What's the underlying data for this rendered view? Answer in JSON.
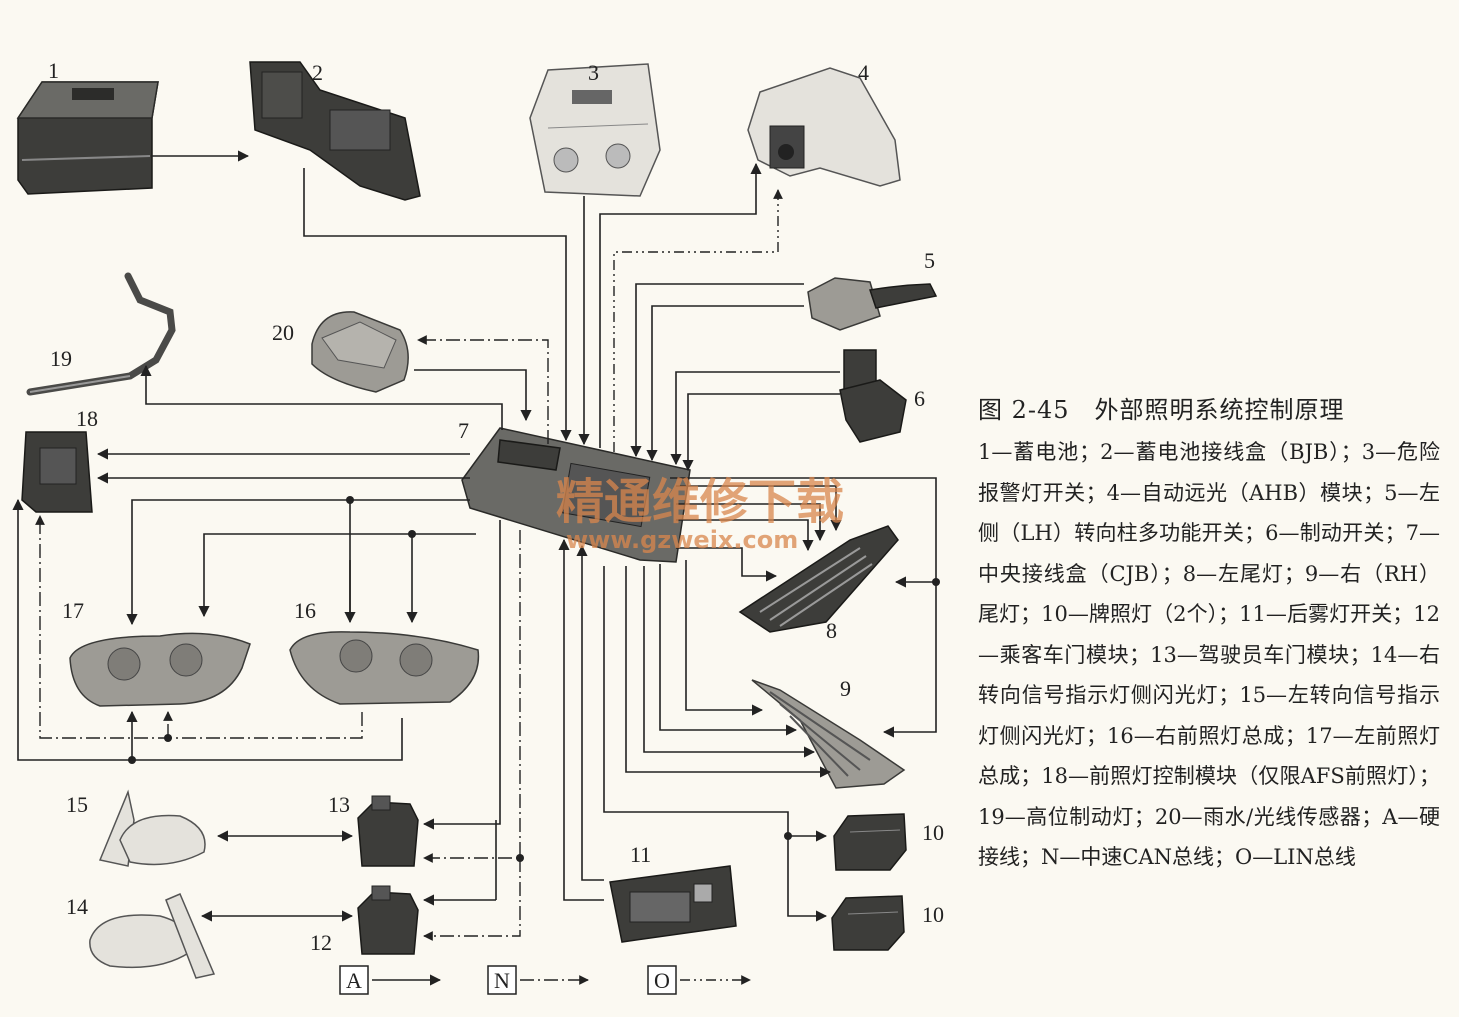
{
  "figure": {
    "title": "图 2-45　外部照明系统控制原理",
    "description": "1—蓄电池；2—蓄电池接线盒（BJB）；3—危险报警灯开关；4—自动远光（AHB）模块；5—左侧（LH）转向柱多功能开关；6—制动开关；7—中央接线盒（CJB）；8—左尾灯；9—右（RH）尾灯；10—牌照灯（2个）；11—后雾灯开关；12—乘客车门模块；13—驾驶员车门模块；14—右转向信号指示灯侧闪光灯；15—左转向信号指示灯侧闪光灯；16—右前照灯总成；17—左前照灯总成；18—前照灯控制模块（仅限AFS前照灯）；19—高位制动灯；20—雨水/光线传感器；A—硬接线；N—中速CAN总线；O—LIN总线"
  },
  "components": [
    {
      "id": "1"
    },
    {
      "id": "2"
    },
    {
      "id": "3"
    },
    {
      "id": "4"
    },
    {
      "id": "5"
    },
    {
      "id": "6"
    },
    {
      "id": "7"
    },
    {
      "id": "8"
    },
    {
      "id": "9"
    },
    {
      "id": "10"
    },
    {
      "id": "10"
    },
    {
      "id": "11"
    },
    {
      "id": "12"
    },
    {
      "id": "13"
    },
    {
      "id": "14"
    },
    {
      "id": "15"
    },
    {
      "id": "16"
    },
    {
      "id": "17"
    },
    {
      "id": "18"
    },
    {
      "id": "19"
    },
    {
      "id": "20"
    }
  ],
  "legend": [
    {
      "key": "A",
      "style": "solid"
    },
    {
      "key": "N",
      "style": "dash-dot"
    },
    {
      "key": "O",
      "style": "dash-dot-dot"
    }
  ],
  "watermark": {
    "text": "精通维修下载",
    "url": "www.gzweix.com"
  }
}
